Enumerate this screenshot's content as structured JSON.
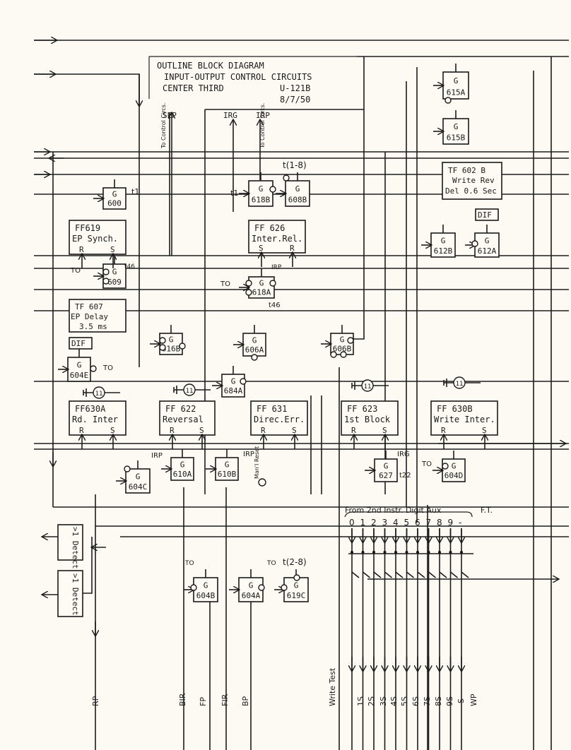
{
  "title": {
    "line1": "OUTLINE BLOCK DIAGRAM",
    "line2": "INPUT-OUTPUT CONTROL CIRCUITS",
    "line3": "CENTER THIRD",
    "drawing_no": "U-121B",
    "date": "8/7/50"
  },
  "top_signals": {
    "sep": "SEP",
    "irg": "IRG",
    "irp": "IRP",
    "to_control_1": "To Control Circs.",
    "to_control_2": "To Control Circs."
  },
  "gates": {
    "g615a": {
      "type": "G",
      "id": "615A"
    },
    "g615b": {
      "type": "G",
      "id": "615B"
    },
    "g600": {
      "type": "G",
      "id": "600"
    },
    "g618b": {
      "type": "G",
      "id": "618B"
    },
    "g608b": {
      "type": "G",
      "id": "608B"
    },
    "g609": {
      "type": "G",
      "id": "609"
    },
    "g612b": {
      "type": "G",
      "id": "612B"
    },
    "g612a": {
      "type": "G",
      "id": "612A"
    },
    "g618a": {
      "type": "G",
      "id": "618A"
    },
    "g616b": {
      "type": "G",
      "id": "616B"
    },
    "g606a": {
      "type": "G",
      "id": "606A"
    },
    "g606b": {
      "type": "G",
      "id": "606B"
    },
    "g604e": {
      "type": "G",
      "id": "604E"
    },
    "g684a": {
      "type": "G",
      "id": "684A"
    },
    "g604c": {
      "type": "G",
      "id": "604C"
    },
    "g610a": {
      "type": "G",
      "id": "610A"
    },
    "g610b": {
      "type": "G",
      "id": "610B"
    },
    "g627": {
      "type": "G",
      "id": "627"
    },
    "g604d": {
      "type": "G",
      "id": "604D"
    },
    "g604b": {
      "type": "G",
      "id": "604B"
    },
    "g604a": {
      "type": "G",
      "id": "604A"
    },
    "g619c": {
      "type": "G",
      "id": "619C"
    }
  },
  "flipflops": {
    "ff619": {
      "l1": "FF619",
      "l2": "EP Synch.",
      "r": "R",
      "s": "S"
    },
    "ff626": {
      "l1": "FF 626",
      "l2": "Inter.Rel.",
      "s": "S",
      "r": "R"
    },
    "ff630a": {
      "l1": "FF630A",
      "l2": "Rd. Inter",
      "r": "R",
      "s": "S"
    },
    "ff622": {
      "l1": "FF 622",
      "l2": "Reversal",
      "r": "R",
      "s": "S"
    },
    "ff631": {
      "l1": "FF 631",
      "l2": "Direc.Err.",
      "r": "R",
      "s": "S"
    },
    "ff623": {
      "l1": "FF 623",
      "l2": "1st Block",
      "r": "R",
      "s": "S"
    },
    "ff630b": {
      "l1": "FF 630B",
      "l2": "Write Inter.",
      "r": "R",
      "s": "S"
    }
  },
  "timers": {
    "tf602b": {
      "l1": "TF 602 B",
      "l2": "Write Rev",
      "l3": "Del 0.6 Sec"
    },
    "tf607": {
      "l1": "TF 607",
      "l2": "EP Delay",
      "l3": "3.5 ms"
    }
  },
  "dif": {
    "a": "DIF",
    "b": "DIF"
  },
  "detectors": {
    "d1": ">1 Detect",
    "d2": ">1 Detect"
  },
  "annotations": {
    "t1_a": "t1",
    "t1_b": "t1",
    "t18": "t(1-8)",
    "t28": "t(2-8)",
    "t46": "t46",
    "t46b": "t46",
    "t22": "t22",
    "to1": "TO",
    "to2": "TO",
    "to3": "TO",
    "to4": "TO",
    "to5": "TO",
    "to6": "TO",
    "irp1": "IRP",
    "irp2": "IRP",
    "irp3": "IRP",
    "irg1": "IRG",
    "manual_reset": "Man'l Reset",
    "pulse": "11",
    "digit_header": "From 2nd Instr. Digit Aux",
    "ft": "F.T.",
    "digits": [
      "0",
      "1",
      "2",
      "3",
      "4",
      "5",
      "6",
      "7",
      "8",
      "9",
      "-"
    ]
  },
  "bottom_signals": [
    "RP",
    "BIR",
    "FP",
    "FIR",
    "BP",
    "Write Test",
    "1S",
    "2S",
    "3S",
    "4S",
    "5S",
    "6S",
    "7S",
    "8S",
    "9S",
    "-S",
    "WP"
  ]
}
